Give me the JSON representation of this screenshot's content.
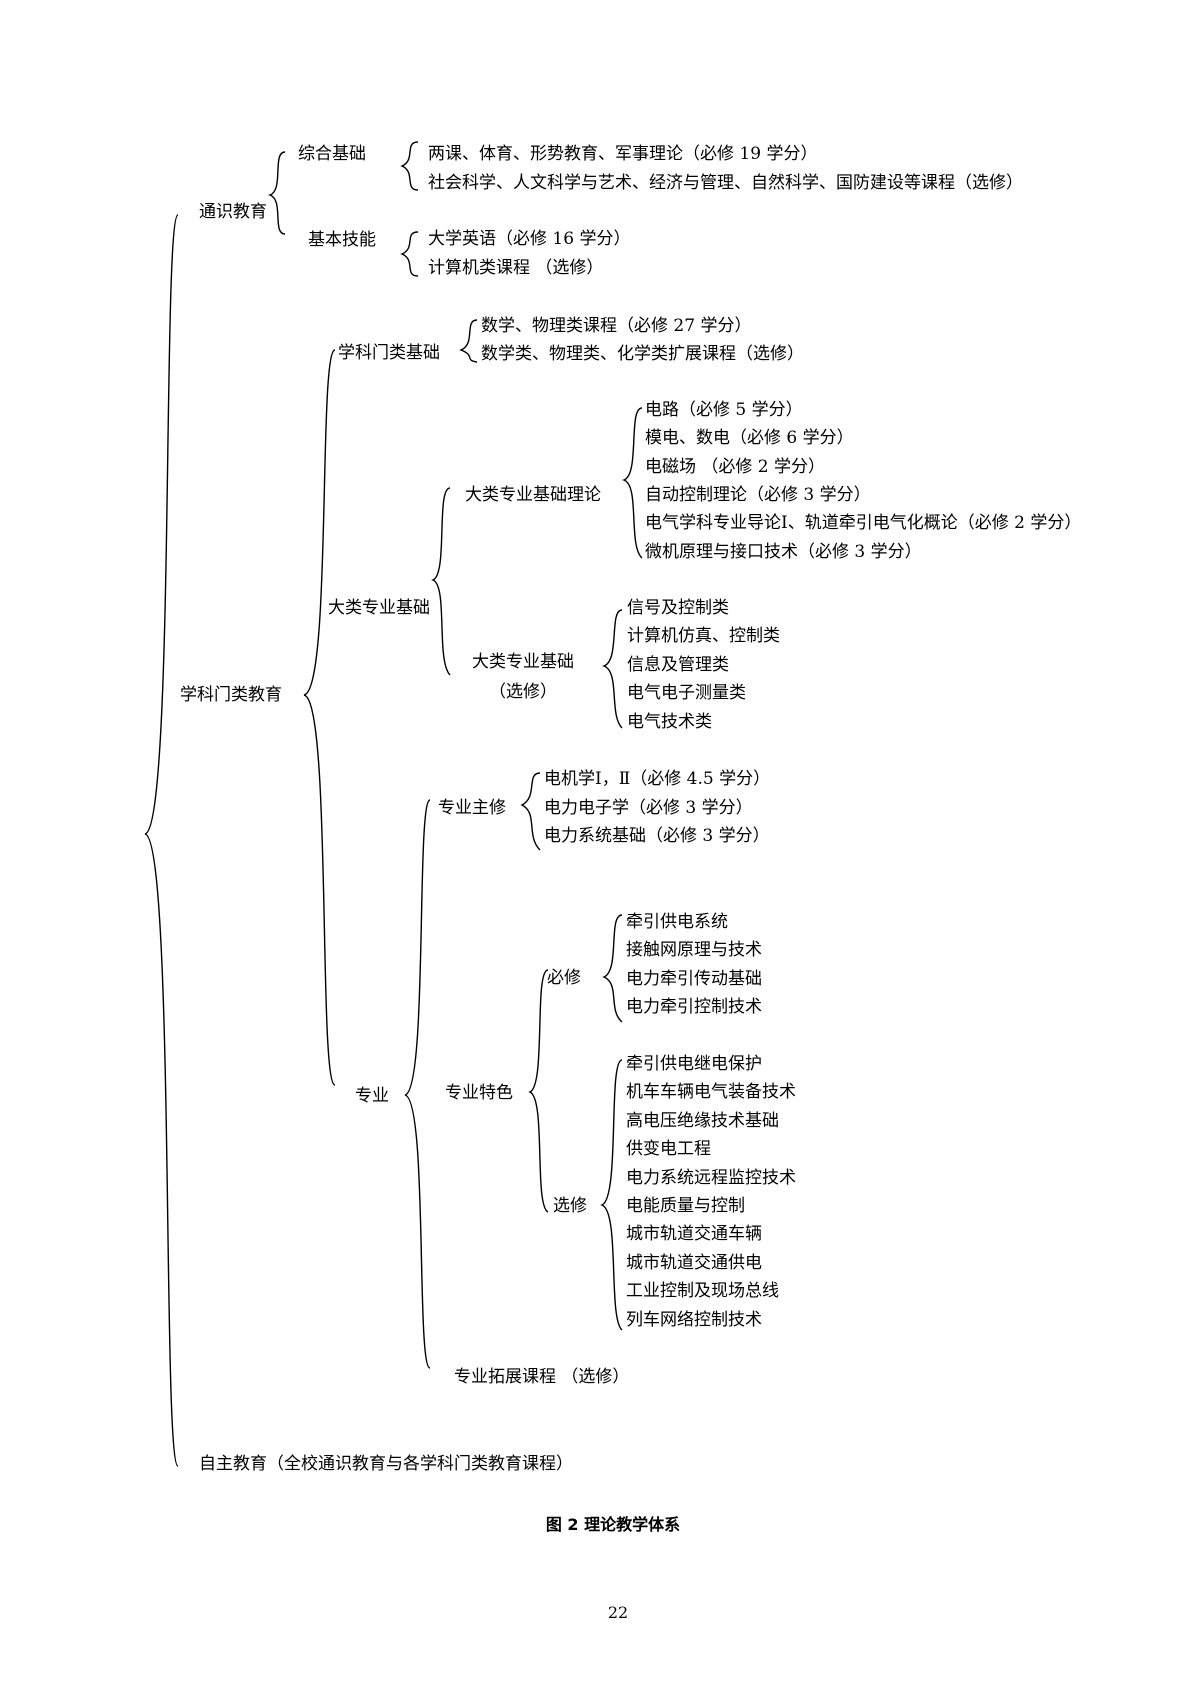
{
  "diagram": {
    "tongshi": "通识教育",
    "zonghe": "综合基础",
    "zonghe_items": [
      "两课、体育、形势教育、军事理论（必修 19 学分）",
      "社会科学、人文科学与艺术、经济与管理、自然科学、国防建设等课程（选修）"
    ],
    "jiben": "基本技能",
    "jiben_items": [
      "大学英语（必修 16 学分）",
      "计算机类课程 （选修）"
    ],
    "xueke": "学科门类教育",
    "xueke_jichu": "学科门类基础",
    "xueke_jichu_items": [
      "数学、物理类课程（必修 27 学分）",
      "数学类、物理类、化学类扩展课程（选修）"
    ],
    "dalei": "大类专业基础",
    "dalei_lilun": "大类专业基础理论",
    "dalei_lilun_items": [
      "电路（必修 5 学分）",
      "模电、数电（必修 6 学分）",
      "电磁场 （必修 2 学分）",
      "自动控制理论（必修 3 学分）",
      "电气学科专业导论Ⅰ、轨道牵引电气化概论（必修 2 学分）",
      "微机原理与接口技术（必修 3 学分）"
    ],
    "dalei_xuanxiu_line1": "大类专业基础",
    "dalei_xuanxiu_line2": "（选修）",
    "dalei_xuanxiu_items": [
      "信号及控制类",
      "计算机仿真、控制类",
      "信息及管理类",
      "电气电子测量类",
      "电气技术类"
    ],
    "zhuanye": "专业",
    "zhuxiu": "专业主修",
    "zhuxiu_items": [
      "电机学Ⅰ，Ⅱ（必修 4.5 学分）",
      "电力电子学（必修 3 学分）",
      "电力系统基础（必修 3 学分）"
    ],
    "tese": "专业特色",
    "bixiu": "必修",
    "bixiu_items": [
      "牵引供电系统",
      "接触网原理与技术",
      "电力牵引传动基础",
      "电力牵引控制技术"
    ],
    "xuanxiu": "选修",
    "xuanxiu_items": [
      "牵引供电继电保护",
      "机车车辆电气装备技术",
      "高电压绝缘技术基础",
      "供变电工程",
      "电力系统远程监控技术",
      "电能质量与控制",
      "城市轨道交通车辆",
      "城市轨道交通供电",
      "工业控制及现场总线",
      "列车网络控制技术"
    ],
    "tuozhan": "专业拓展课程 （选修）",
    "zizhu": "自主教育（全校通识教育与各学科门类教育课程）"
  },
  "caption": "图 2 理论教学体系",
  "page_number": "22"
}
